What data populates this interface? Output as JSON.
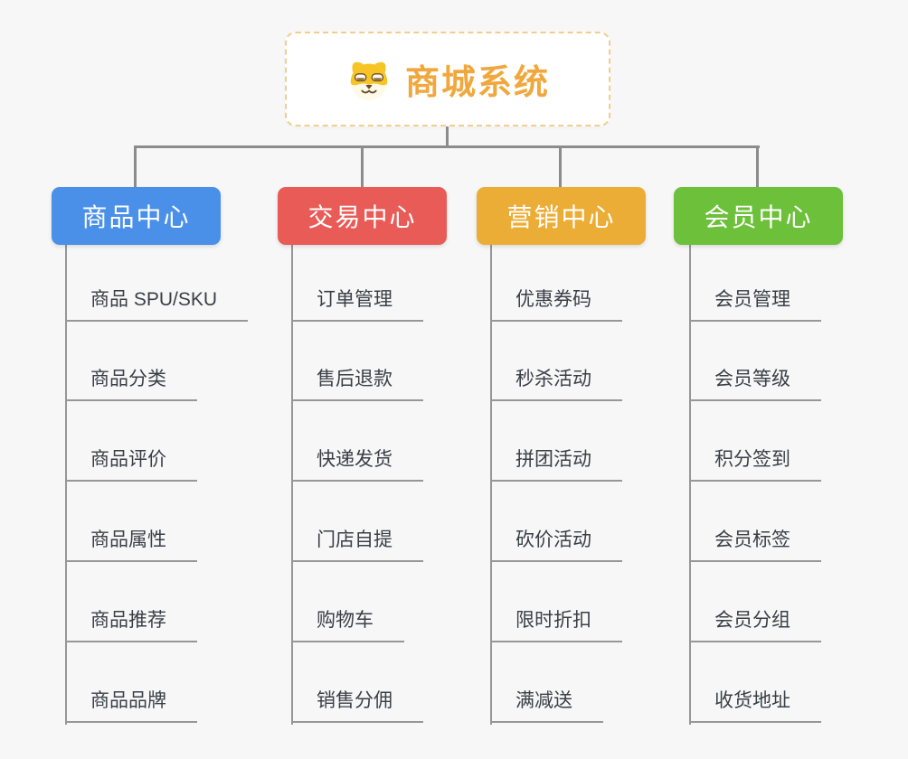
{
  "root": {
    "title": "商城系统",
    "icon": "dog-face-icon",
    "title_color": "#F0A83E",
    "border_color": "#F4CD8C"
  },
  "connector_color": "#8C8C8C",
  "branches": [
    {
      "label": "商品中心",
      "color": "#4A90E8",
      "items": [
        "商品 SPU/SKU",
        "商品分类",
        "商品评价",
        "商品属性",
        "商品推荐",
        "商品品牌"
      ]
    },
    {
      "label": "交易中心",
      "color": "#E85B57",
      "items": [
        "订单管理",
        "售后退款",
        "快递发货",
        "门店自提",
        "购物车",
        "销售分佣"
      ]
    },
    {
      "label": "营销中心",
      "color": "#ECAD36",
      "items": [
        "优惠券码",
        "秒杀活动",
        "拼团活动",
        "砍价活动",
        "限时折扣",
        "满减送"
      ]
    },
    {
      "label": "会员中心",
      "color": "#6DC03A",
      "items": [
        "会员管理",
        "会员等级",
        "积分签到",
        "会员标签",
        "会员分组",
        "收货地址"
      ]
    }
  ]
}
